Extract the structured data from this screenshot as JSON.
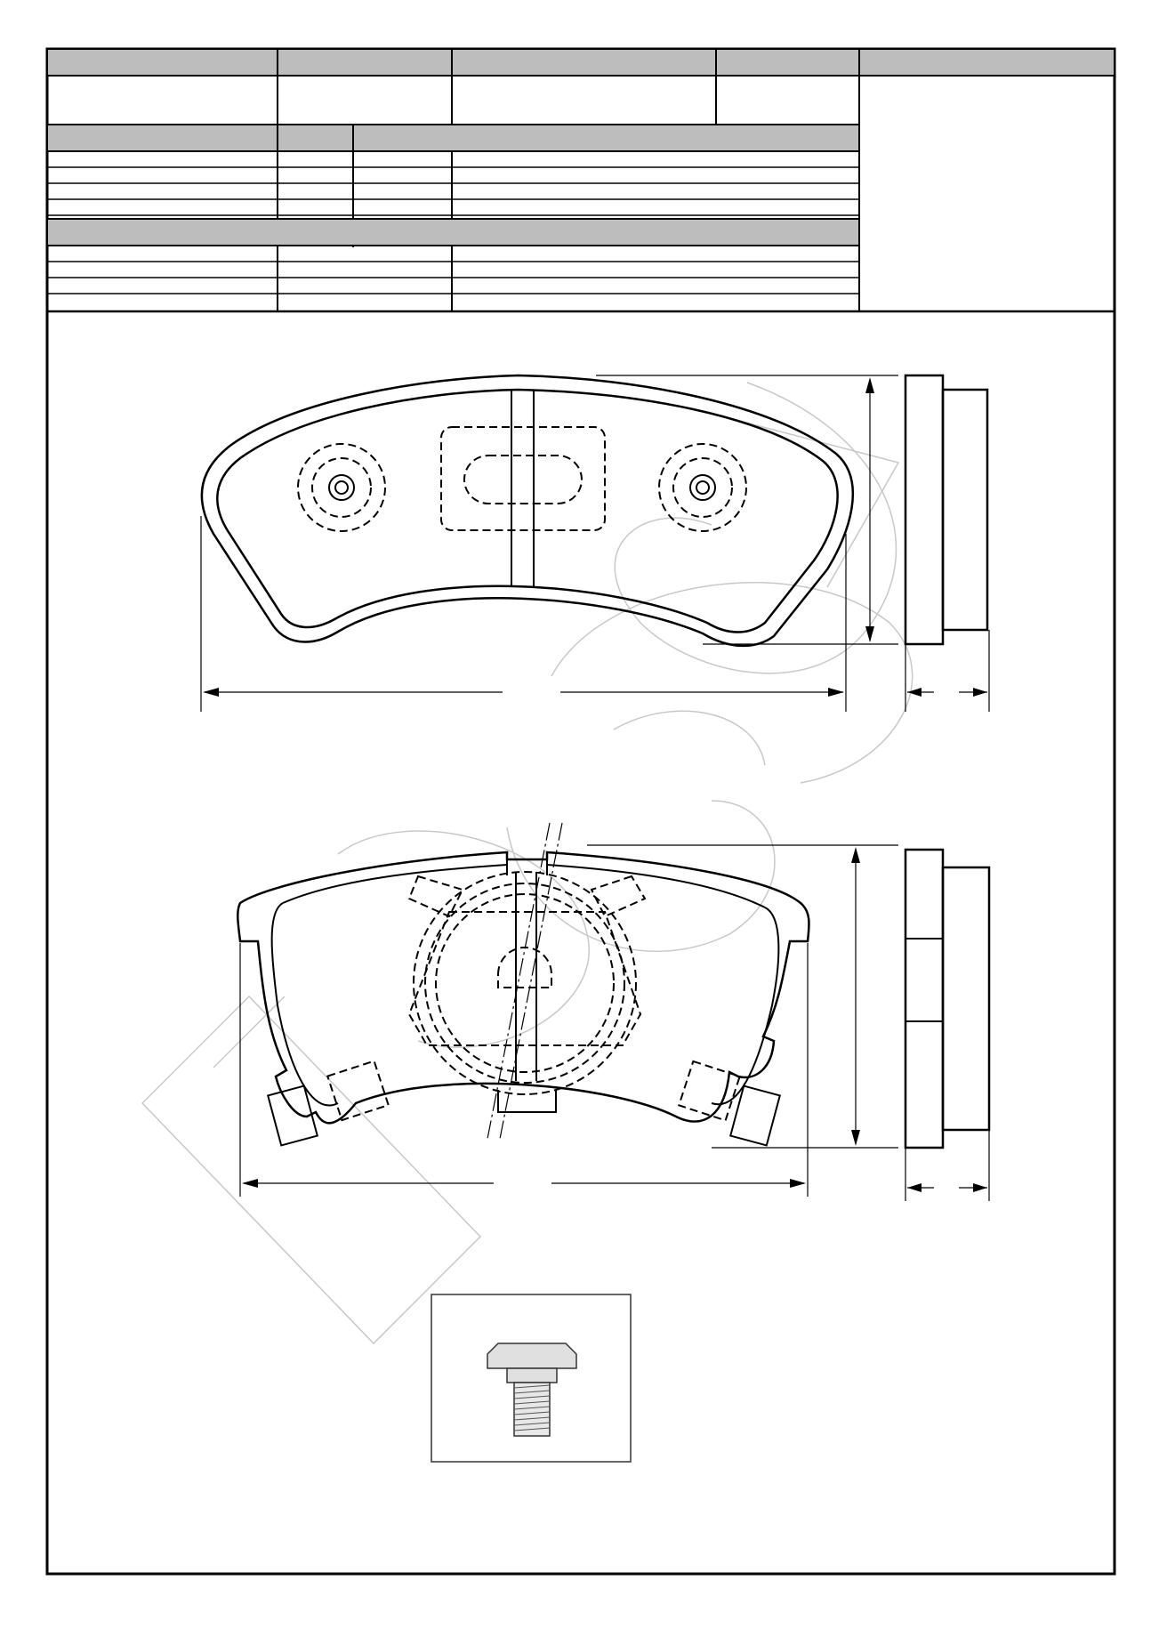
{
  "sheet": {
    "title_block": {
      "header_cells": [
        "",
        "",
        "",
        "",
        ""
      ],
      "section_a_headers": [
        "",
        "",
        "",
        ""
      ],
      "section_b_headers": [
        "",
        "",
        ""
      ]
    },
    "views": [
      "brake-pad-front-view",
      "brake-pad-side-view",
      "brake-pad-rear-view",
      "brake-pad-rear-side-view",
      "mounting-pin-detail"
    ],
    "watermark": "logo-watermark"
  }
}
